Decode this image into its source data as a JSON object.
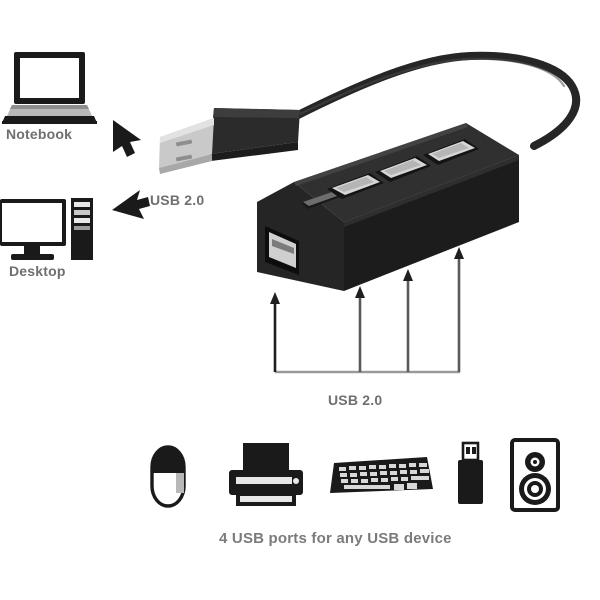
{
  "diagram": {
    "title_caption": "4 USB ports for any USB device",
    "hosts": [
      {
        "id": "notebook",
        "label": "Notebook",
        "icon": "laptop-icon"
      },
      {
        "id": "desktop",
        "label": "Desktop",
        "icon": "desktop-computer-icon"
      }
    ],
    "connection": {
      "upstream_label": "USB 2.0",
      "downstream_label": "USB 2.0",
      "arrow_up_icon": "cursor-arrow-up-left-icon",
      "arrow_down_icon": "cursor-arrow-down-left-icon"
    },
    "hub": {
      "name": "usb-hub",
      "port_count": 4,
      "body_color": "#2b2b2b",
      "port_color": "#d9d9d9",
      "cable_color": "#262626",
      "plug_metal_color": "#c9c9c9",
      "callout_arrow_count": 4
    },
    "devices": [
      {
        "id": "mouse",
        "icon": "mouse-icon"
      },
      {
        "id": "printer",
        "icon": "printer-icon"
      },
      {
        "id": "keyboard",
        "icon": "keyboard-icon"
      },
      {
        "id": "flash-drive",
        "icon": "usb-flash-drive-icon"
      },
      {
        "id": "speaker",
        "icon": "speaker-icon"
      }
    ],
    "colors": {
      "text": "#6f6f6f",
      "caption": "#7b7b7b",
      "icon_dark": "#1a1a1a",
      "icon_mid": "#9a9a9a",
      "callout": "#333333"
    }
  }
}
